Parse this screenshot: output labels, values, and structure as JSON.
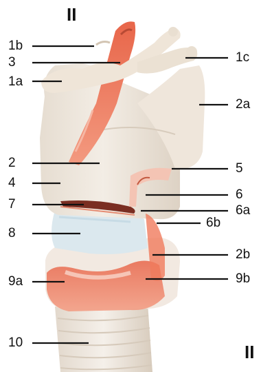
{
  "view_marks": [
    "II",
    "II"
  ],
  "labels_left": [
    "1b",
    "3",
    "1a",
    "2",
    "4",
    "7",
    "8",
    "9a",
    "10"
  ],
  "labels_right": [
    "1c",
    "2a",
    "5",
    "6",
    "6a",
    "6b",
    "2b",
    "9b"
  ],
  "colors": {
    "cartilage": "#efe7dc",
    "cartilage_shadow": "#ddd1c2",
    "muscle": "#e8664a",
    "muscle_light": "#f29a82",
    "mucosa": "#f6e7e1",
    "ring_blue": "#d8e8ee",
    "leader_line": "#111111"
  }
}
